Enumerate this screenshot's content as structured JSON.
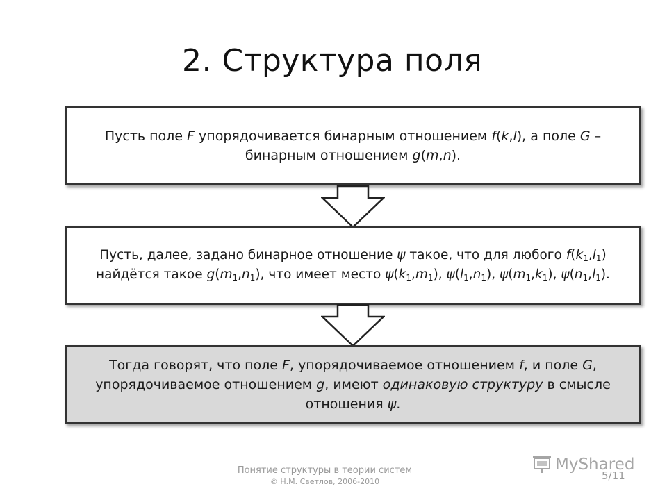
{
  "slide": {
    "title": "2. Структура поля",
    "box1": {
      "segments": [
        {
          "t": "Пусть поле "
        },
        {
          "t": "F",
          "i": true
        },
        {
          "t": " упорядочивается бинарным отношением "
        },
        {
          "t": "f",
          "i": true
        },
        {
          "t": "("
        },
        {
          "t": "k",
          "i": true
        },
        {
          "t": ","
        },
        {
          "t": "l",
          "i": true
        },
        {
          "t": "), а поле "
        },
        {
          "t": "G",
          "i": true
        },
        {
          "t": " –"
        },
        {
          "br": true
        },
        {
          "t": "бинарным отношением "
        },
        {
          "t": "g",
          "i": true
        },
        {
          "t": "("
        },
        {
          "t": "m",
          "i": true
        },
        {
          "t": ","
        },
        {
          "t": "n",
          "i": true
        },
        {
          "t": ")."
        }
      ]
    },
    "box2": {
      "segments": [
        {
          "t": "Пусть, далее, задано бинарное отношение "
        },
        {
          "t": "ψ",
          "i": true
        },
        {
          "t": " такое, что для любого "
        },
        {
          "t": "f",
          "i": true
        },
        {
          "t": "("
        },
        {
          "t": "k",
          "i": true
        },
        {
          "t": "1",
          "sub": true
        },
        {
          "t": ","
        },
        {
          "t": "l",
          "i": true
        },
        {
          "t": "1",
          "sub": true
        },
        {
          "t": ")"
        },
        {
          "br": true
        },
        {
          "t": "найдётся такое "
        },
        {
          "t": "g",
          "i": true
        },
        {
          "t": "("
        },
        {
          "t": "m",
          "i": true
        },
        {
          "t": "1",
          "sub": true
        },
        {
          "t": ","
        },
        {
          "t": "n",
          "i": true
        },
        {
          "t": "1",
          "sub": true
        },
        {
          "t": "), что имеет место "
        },
        {
          "t": "ψ",
          "i": true
        },
        {
          "t": "("
        },
        {
          "t": "k",
          "i": true
        },
        {
          "t": "1",
          "sub": true
        },
        {
          "t": ","
        },
        {
          "t": "m",
          "i": true
        },
        {
          "t": "1",
          "sub": true
        },
        {
          "t": "), "
        },
        {
          "t": "ψ",
          "i": true
        },
        {
          "t": "("
        },
        {
          "t": "l",
          "i": true
        },
        {
          "t": "1",
          "sub": true
        },
        {
          "t": ","
        },
        {
          "t": "n",
          "i": true
        },
        {
          "t": "1",
          "sub": true
        },
        {
          "t": "), "
        },
        {
          "t": "ψ",
          "i": true
        },
        {
          "t": "("
        },
        {
          "t": "m",
          "i": true
        },
        {
          "t": "1",
          "sub": true
        },
        {
          "t": ","
        },
        {
          "t": "k",
          "i": true
        },
        {
          "t": "1",
          "sub": true
        },
        {
          "t": "), "
        },
        {
          "t": "ψ",
          "i": true
        },
        {
          "t": "("
        },
        {
          "t": "n",
          "i": true
        },
        {
          "t": "1",
          "sub": true
        },
        {
          "t": ","
        },
        {
          "t": "l",
          "i": true
        },
        {
          "t": "1",
          "sub": true
        },
        {
          "t": ")."
        }
      ]
    },
    "box3": {
      "segments": [
        {
          "t": "Тогда говорят, что поле "
        },
        {
          "t": "F",
          "i": true
        },
        {
          "t": ", упорядочиваемое отношением "
        },
        {
          "t": "f",
          "i": true
        },
        {
          "t": ", и поле "
        },
        {
          "t": "G",
          "i": true
        },
        {
          "t": ","
        },
        {
          "br": true
        },
        {
          "t": "упорядочиваемое отношением "
        },
        {
          "t": "g",
          "i": true
        },
        {
          "t": ", имеют "
        },
        {
          "t": "одинаковую структуру",
          "i": true
        },
        {
          "t": " в смысле"
        },
        {
          "br": true
        },
        {
          "t": "отношения "
        },
        {
          "t": "ψ",
          "i": true
        },
        {
          "t": "."
        }
      ]
    },
    "footer_line1": "Понятие структуры в теории систем",
    "footer_line2": "© Н.М. Светлов, 2006-2010",
    "page_number": "5/11",
    "watermark_text": "MyShared",
    "watermark_icon": "projector-screen-icon",
    "colors": {
      "box_border": "#333333",
      "box_fill": "#ffffff",
      "conclusion_fill": "#d9d9d9",
      "footer_text": "#9a9a9a"
    }
  }
}
